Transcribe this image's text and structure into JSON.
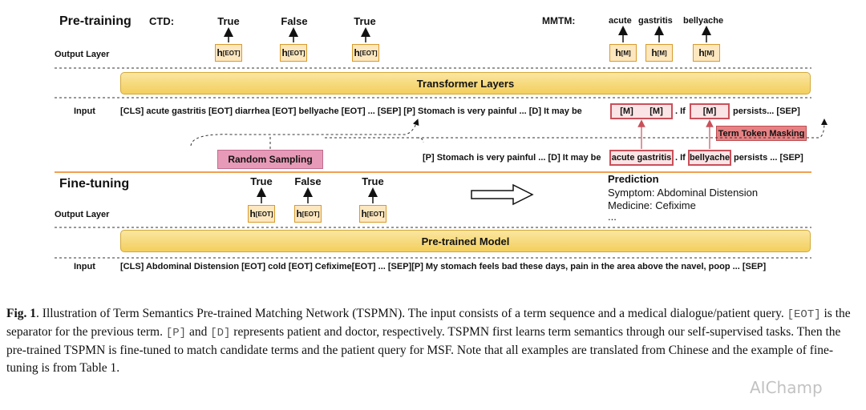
{
  "pretraining": {
    "title": "Pre-training",
    "ctd_label": "CTD:",
    "ctd_outputs": [
      "True",
      "False",
      "True"
    ],
    "mmtm_label": "MMTM:",
    "mmtm_outputs": [
      "acute",
      "gastritis",
      "bellyache"
    ],
    "output_layer_label": "Output Layer",
    "h_main": "h",
    "eot_sub": "[EOT]",
    "m_sub": "[M]",
    "band_label": "Transformer Layers",
    "input_label": "Input",
    "input_seq_a": "[CLS] acute gastritis [EOT] diarrhea [EOT] bellyache [EOT] ... [SEP] [P] Stomach is very painful ... [D] It may be",
    "mask_1": "[M]",
    "mask_2": "[M]",
    "mask_between": ". If",
    "mask_3": "[M]",
    "input_seq_tail": "persists... [SEP]",
    "ttm_label": "Term Token Masking",
    "random_sampling_label": "Random Sampling",
    "orig_seq_a": "[P] Stomach is very painful ... [D] It may be",
    "orig_term_1": "acute gastritis",
    "orig_between": ". If",
    "orig_term_2": "bellyache",
    "orig_tail": "persists ... [SEP]"
  },
  "finetuning": {
    "title": "Fine-tuning",
    "outputs": [
      "True",
      "False",
      "True"
    ],
    "output_layer_label": "Output Layer",
    "prediction_title": "Prediction",
    "prediction_lines": [
      "Symptom: Abdominal Distension",
      "Medicine:  Cefixime",
      "..."
    ],
    "band_label": "Pre-trained Model",
    "input_label": "Input",
    "input_seq": "[CLS] Abdominal Distension [EOT] cold [EOT] Cefixime[EOT] ... [SEP][P] My stomach feels bad these days, pain in the area above the navel, poop ... [SEP]"
  },
  "caption": {
    "fig_label": "Fig. 1",
    "t1": ". Illustration of Term Semantics Pre-trained Matching Network (TSPMN). The input consists of a term sequence and a medical dialogue/patient query. ",
    "code_eot": "[EOT]",
    "t2": " is the separator for the previous term. ",
    "code_p": "[P]",
    "t3": " and ",
    "code_d": "[D]",
    "t4": " represents patient and doctor, respectively. TSPMN first learns term semantics through our self-supervised tasks. Then the pre-trained TSPMN is fine-tuned to match candidate terms and the patient query for MSF. Note that all examples are translated from Chinese and the example of fine-tuning is from Table 1."
  },
  "watermark": "AIChamp",
  "colors": {
    "hbox_fill": "#fde7bf",
    "band_fill": "#f3cf5c",
    "mask_fill": "#fbe4e5",
    "mask_border": "#c9505a",
    "random_sampling_fill": "#e79ab7",
    "ttm_fill": "#e58284",
    "divider_orange": "#f0a050"
  }
}
